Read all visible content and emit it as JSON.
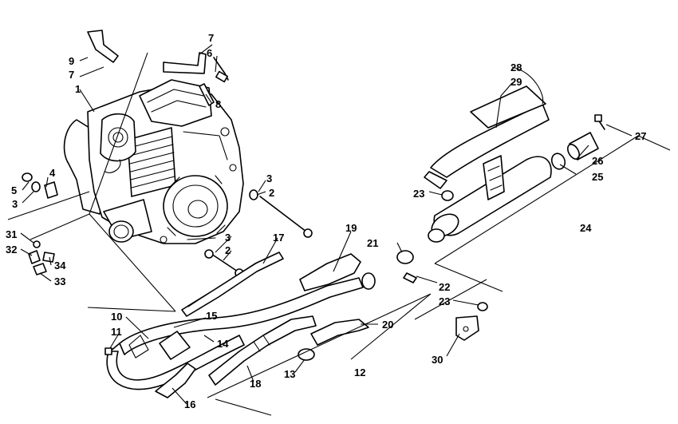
{
  "callouts": [
    {
      "id": "c1",
      "text": "1"
    },
    {
      "id": "c2a",
      "text": "2"
    },
    {
      "id": "c2b",
      "text": "2"
    },
    {
      "id": "c3a",
      "text": "3"
    },
    {
      "id": "c3b",
      "text": "3"
    },
    {
      "id": "c3c",
      "text": "3"
    },
    {
      "id": "c4",
      "text": "4"
    },
    {
      "id": "c5",
      "text": "5"
    },
    {
      "id": "c6",
      "text": "6"
    },
    {
      "id": "c7a",
      "text": "7"
    },
    {
      "id": "c7b",
      "text": "7"
    },
    {
      "id": "c8",
      "text": "8"
    },
    {
      "id": "c9",
      "text": "9"
    },
    {
      "id": "c10",
      "text": "10"
    },
    {
      "id": "c11",
      "text": "11"
    },
    {
      "id": "c12",
      "text": "12"
    },
    {
      "id": "c13",
      "text": "13"
    },
    {
      "id": "c14",
      "text": "14"
    },
    {
      "id": "c15",
      "text": "15"
    },
    {
      "id": "c16",
      "text": "16"
    },
    {
      "id": "c17",
      "text": "17"
    },
    {
      "id": "c18",
      "text": "18"
    },
    {
      "id": "c19",
      "text": "19"
    },
    {
      "id": "c20",
      "text": "20"
    },
    {
      "id": "c21",
      "text": "21"
    },
    {
      "id": "c22",
      "text": "22"
    },
    {
      "id": "c23a",
      "text": "23"
    },
    {
      "id": "c23b",
      "text": "23"
    },
    {
      "id": "c24",
      "text": "24"
    },
    {
      "id": "c25",
      "text": "25"
    },
    {
      "id": "c26",
      "text": "26"
    },
    {
      "id": "c27",
      "text": "27"
    },
    {
      "id": "c28",
      "text": "28"
    },
    {
      "id": "c29",
      "text": "29"
    },
    {
      "id": "c30",
      "text": "30"
    },
    {
      "id": "c31",
      "text": "31"
    },
    {
      "id": "c32",
      "text": "32"
    },
    {
      "id": "c33",
      "text": "33"
    },
    {
      "id": "c34",
      "text": "34"
    }
  ]
}
